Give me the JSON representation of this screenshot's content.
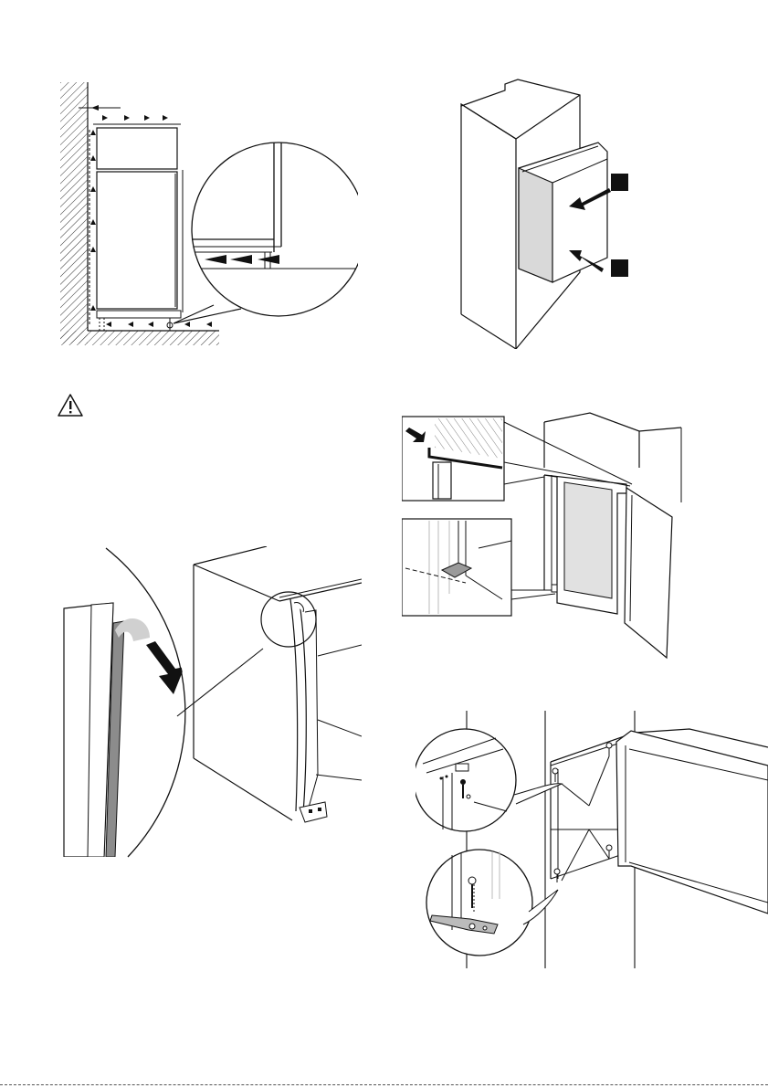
{
  "page": {
    "figures": [
      {
        "id": "fig1",
        "name": "ventilation-airflow-diagram"
      },
      {
        "id": "fig2",
        "name": "push-appliance-into-niche-diagram"
      },
      {
        "id": "fig3",
        "name": "door-seal-strip-removal-diagram"
      },
      {
        "id": "fig4",
        "name": "alignment-and-spacer-detail-diagram"
      },
      {
        "id": "fig5",
        "name": "fix-with-screws-diagram"
      }
    ],
    "warning_icon": "warning-triangle-icon",
    "step_markers": [
      "step-marker-a",
      "step-marker-b"
    ],
    "colors": {
      "line": "#111111",
      "hatch": "#333333",
      "seal_gray": "#8c8c8c",
      "panel_gray": "#d9d9d9"
    }
  }
}
